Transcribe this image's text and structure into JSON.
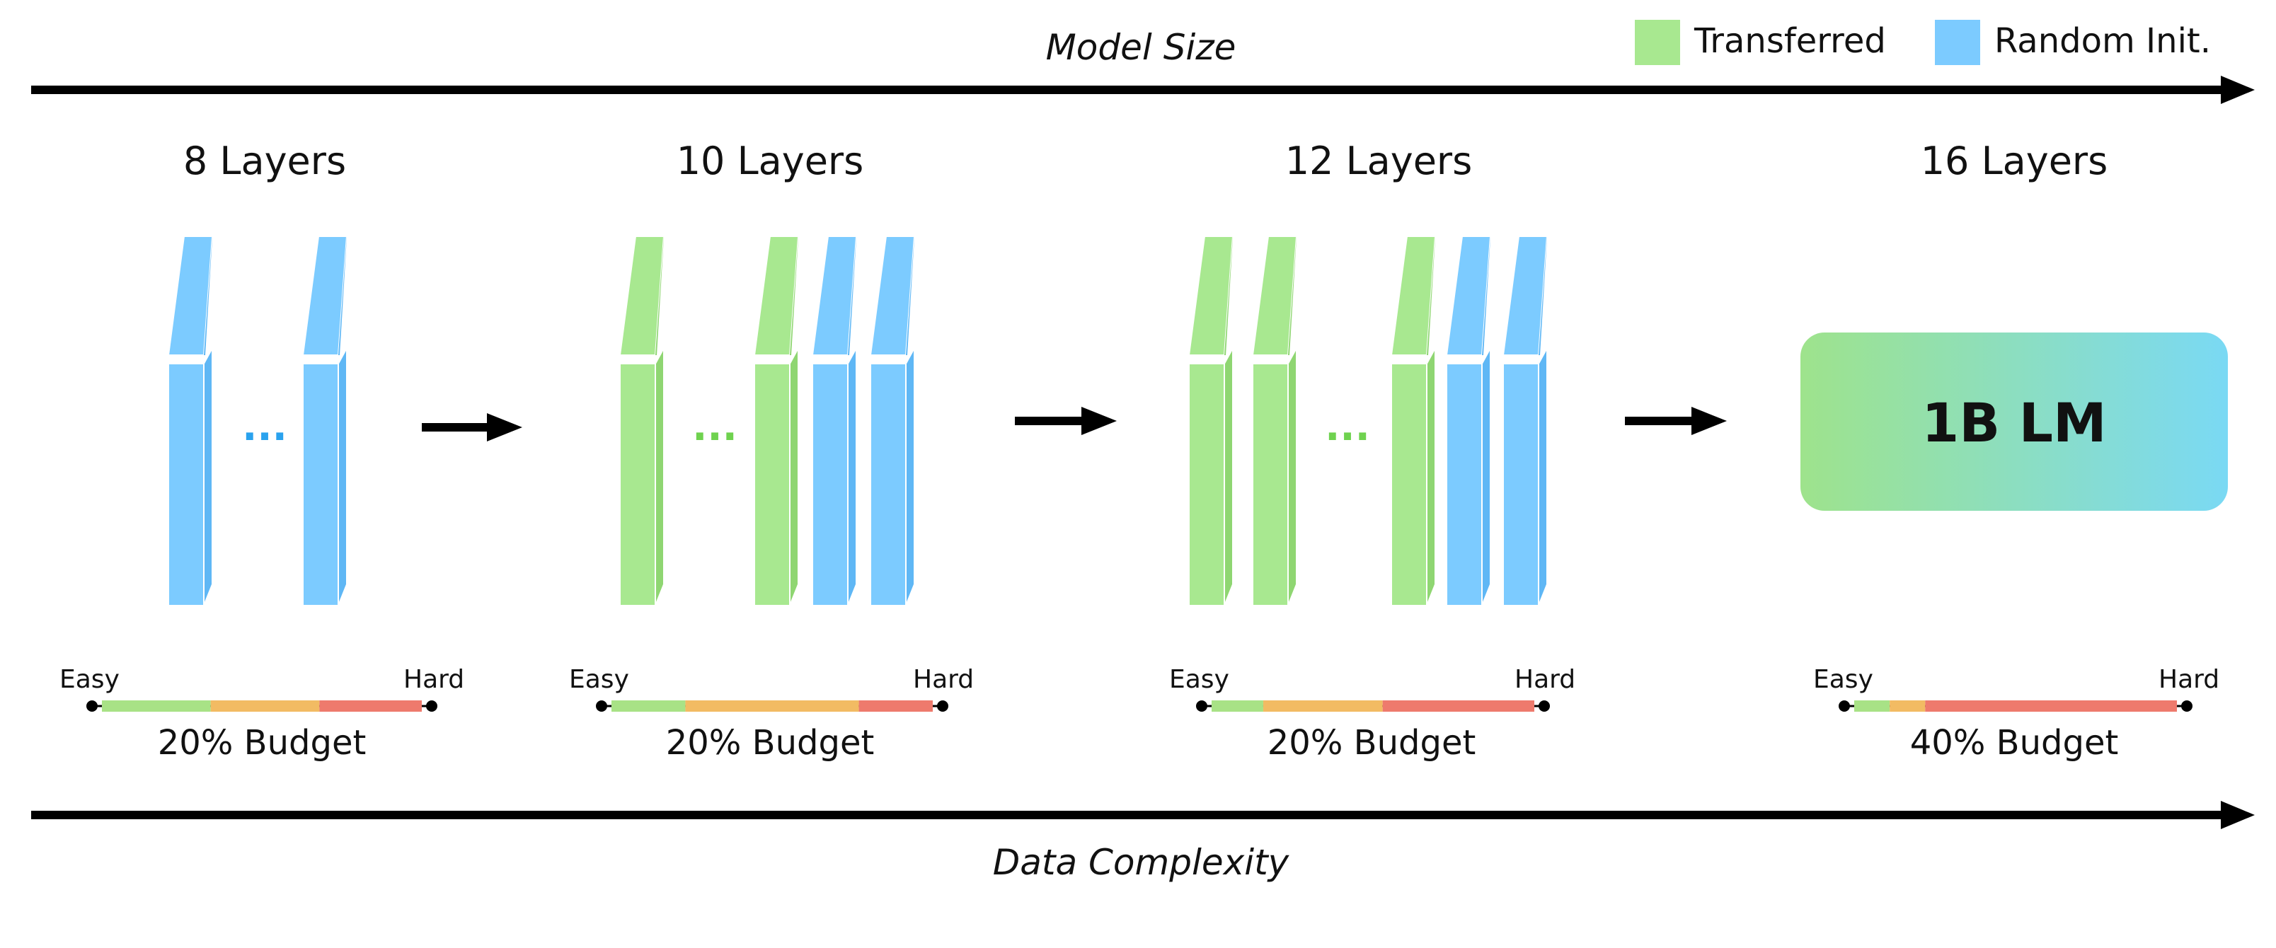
{
  "axes": {
    "model_size": "Model Size",
    "data_complexity": "Data Complexity"
  },
  "legend": {
    "items": [
      {
        "label": "Transferred",
        "color": "#a8e890"
      },
      {
        "label": "Random Init.",
        "color": "#7ccbff"
      }
    ]
  },
  "difficulty": {
    "easy": "Easy",
    "hard": "Hard"
  },
  "difficulty_colors": {
    "easy": "#a8e286",
    "medium": "#f2bb63",
    "hard": "#ee7a6d"
  },
  "ellipsis": "...",
  "stages": [
    {
      "title": "8 Layers",
      "budget": "20% Budget",
      "layers": [
        "random",
        "random"
      ],
      "curriculum": [
        0.34,
        0.34,
        0.32
      ]
    },
    {
      "title": "10 Layers",
      "budget": "20% Budget",
      "layers": [
        "transferred",
        "transferred",
        "random",
        "random"
      ],
      "curriculum": [
        0.23,
        0.54,
        0.23
      ]
    },
    {
      "title": "12 Layers",
      "budget": "20% Budget",
      "layers": [
        "transferred",
        "transferred",
        "transferred",
        "random",
        "random"
      ],
      "curriculum": [
        0.16,
        0.37,
        0.47
      ]
    },
    {
      "title": "16 Layers",
      "budget": "40% Budget",
      "model_label": "1B LM",
      "curriculum": [
        0.11,
        0.11,
        0.78
      ]
    }
  ]
}
